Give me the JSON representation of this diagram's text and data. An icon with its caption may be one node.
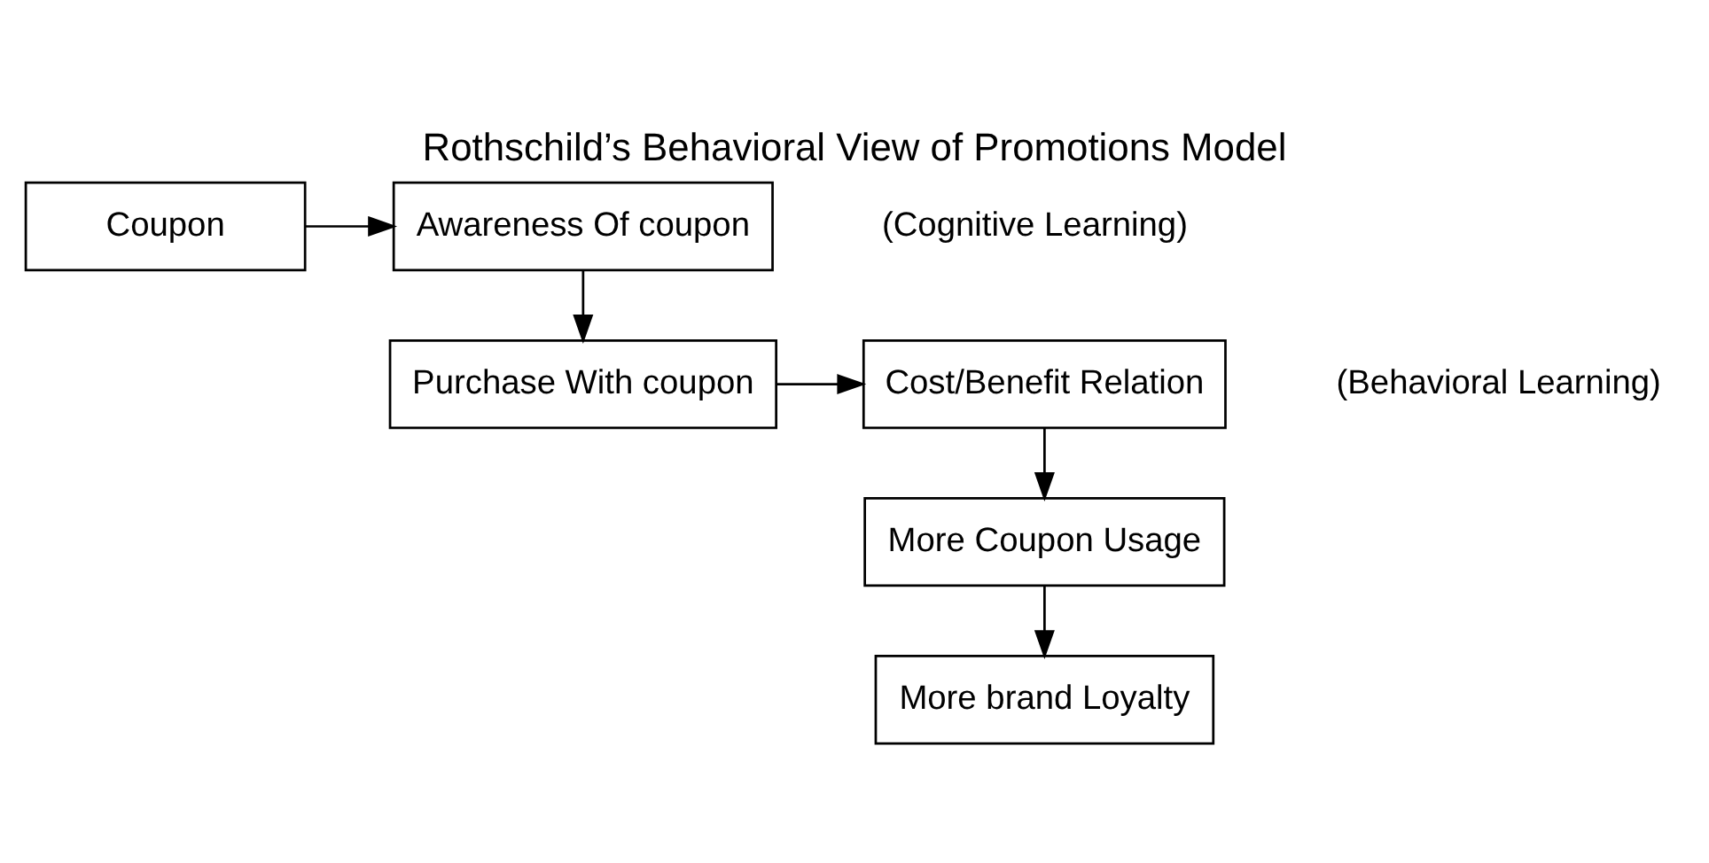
{
  "diagram": {
    "title": "Rothschild’s Behavioral View of Promotions Model",
    "nodes": [
      {
        "text": [
          "Coupon"
        ]
      },
      {
        "text": [
          "Awareness Of coupon"
        ],
        "beside": [
          "(Cognitive Learning)"
        ]
      },
      {
        "text": [
          "Purchase With coupon"
        ]
      },
      {
        "text": [
          "Cost/Benefit Relation"
        ],
        "beside": [
          "(Behavioral Learning)"
        ]
      },
      {
        "text": [
          "More Coupon Usage"
        ]
      },
      {
        "text": [
          "More brand Loyalty"
        ]
      }
    ],
    "edges": [
      {
        "from": 0,
        "to": 1,
        "arrow": "to"
      },
      {
        "from": 1,
        "to": 2,
        "arrow": "to"
      },
      {
        "from": 2,
        "to": 3,
        "arrow": "to"
      },
      {
        "from": 3,
        "to": 4,
        "arrow": "to"
      },
      {
        "from": 4,
        "to": 5,
        "arrow": "to"
      }
    ]
  }
}
